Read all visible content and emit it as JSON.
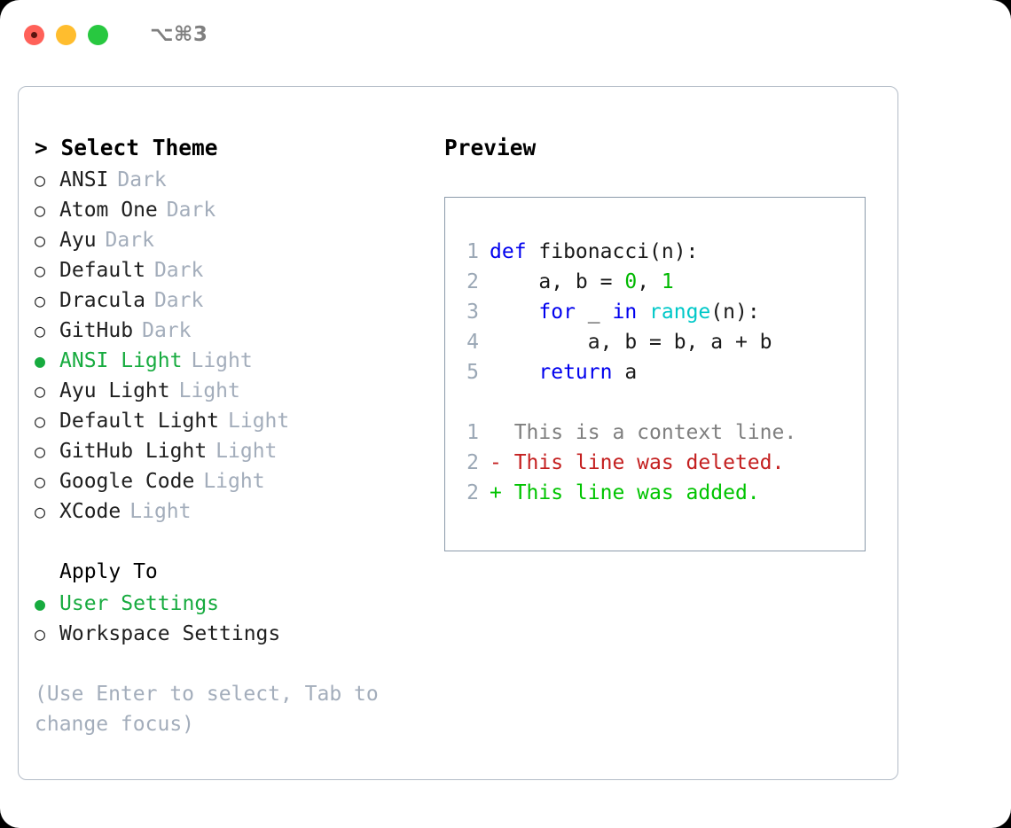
{
  "titlebar": {
    "shortcut": "⌥⌘3",
    "buttons": [
      {
        "name": "close",
        "color": "#ff6159"
      },
      {
        "name": "minimize",
        "color": "#ffbd2e"
      },
      {
        "name": "maximize",
        "color": "#28c840"
      }
    ]
  },
  "colors": {
    "accent_green": "#17ab3f",
    "muted": "#a3adbb",
    "border": "#b3bcc7",
    "preview_border": "#8b9aaa",
    "keyword_blue": "#0000ee",
    "function_cyan": "#00c8c8",
    "number_green": "#00b800",
    "diff_delete": "#c42020",
    "diff_add": "#00c400",
    "line_number": "#9aa7b5"
  },
  "theme_selector": {
    "title": "> Select Theme",
    "bullet_selected": "●",
    "bullet_unselected": "○",
    "items": [
      {
        "label": "ANSI",
        "variant": "Dark",
        "selected": false
      },
      {
        "label": "Atom One",
        "variant": "Dark",
        "selected": false
      },
      {
        "label": "Ayu",
        "variant": "Dark",
        "selected": false
      },
      {
        "label": "Default",
        "variant": "Dark",
        "selected": false
      },
      {
        "label": "Dracula",
        "variant": "Dark",
        "selected": false
      },
      {
        "label": "GitHub",
        "variant": "Dark",
        "selected": false
      },
      {
        "label": "ANSI Light",
        "variant": "Light",
        "selected": true
      },
      {
        "label": "Ayu Light",
        "variant": "Light",
        "selected": false
      },
      {
        "label": "Default Light",
        "variant": "Light",
        "selected": false
      },
      {
        "label": "GitHub Light",
        "variant": "Light",
        "selected": false
      },
      {
        "label": "Google Code",
        "variant": "Light",
        "selected": false
      },
      {
        "label": "XCode",
        "variant": "Light",
        "selected": false
      }
    ]
  },
  "apply_to": {
    "title": "Apply To",
    "items": [
      {
        "label": "User Settings",
        "selected": true
      },
      {
        "label": "Workspace Settings",
        "selected": false
      }
    ]
  },
  "hint": "(Use Enter to select, Tab to change focus)",
  "preview": {
    "title": "Preview",
    "code_lines": [
      {
        "num": "1",
        "tokens": [
          {
            "text": "def",
            "type": "kw"
          },
          {
            "text": " fibonacci(n):",
            "type": "plain"
          }
        ]
      },
      {
        "num": "2",
        "tokens": [
          {
            "text": "    a, b = ",
            "type": "plain"
          },
          {
            "text": "0",
            "type": "num"
          },
          {
            "text": ", ",
            "type": "plain"
          },
          {
            "text": "1",
            "type": "num"
          }
        ]
      },
      {
        "num": "3",
        "tokens": [
          {
            "text": "    ",
            "type": "plain"
          },
          {
            "text": "for",
            "type": "kw"
          },
          {
            "text": " _ ",
            "type": "plain"
          },
          {
            "text": "in",
            "type": "kw"
          },
          {
            "text": " ",
            "type": "plain"
          },
          {
            "text": "range",
            "type": "fn"
          },
          {
            "text": "(n):",
            "type": "plain"
          }
        ]
      },
      {
        "num": "4",
        "tokens": [
          {
            "text": "        a, b = b, a + b",
            "type": "plain"
          }
        ]
      },
      {
        "num": "5",
        "tokens": [
          {
            "text": "    ",
            "type": "plain"
          },
          {
            "text": "return",
            "type": "kw"
          },
          {
            "text": " a",
            "type": "plain"
          }
        ]
      }
    ],
    "diff_lines": [
      {
        "num": "1",
        "tokens": [
          {
            "text": "  This is a context line.",
            "type": "ctx"
          }
        ]
      },
      {
        "num": "2",
        "tokens": [
          {
            "text": "- This line was deleted.",
            "type": "del"
          }
        ]
      },
      {
        "num": "2",
        "tokens": [
          {
            "text": "+ This line was added.",
            "type": "add"
          }
        ]
      }
    ]
  }
}
